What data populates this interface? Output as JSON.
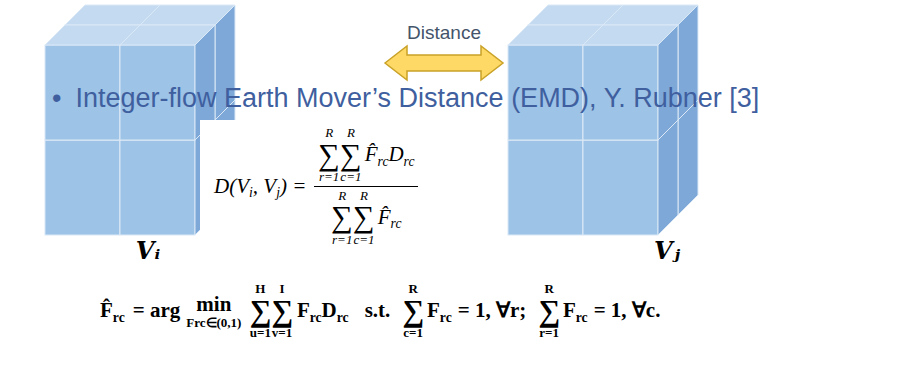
{
  "diagram": {
    "nodes": [
      {
        "text": [
          "Vᵢ"
        ]
      },
      {
        "text": [
          "Vⱼ"
        ]
      }
    ],
    "edges": [
      {
        "from": 0,
        "to": 1,
        "label": "Distance",
        "arrow": "both"
      }
    ],
    "labels": [
      "•",
      "Integer-flow Earth Mover’s Distance (EMD), Y. Rubner [3]",
      "D(V",
      "i",
      ", V",
      "j",
      ") =",
      "∑",
      "R",
      "r=1",
      "∑",
      "R",
      "c=1",
      "F̂",
      "rc",
      "D",
      "rc",
      "∑",
      "R",
      "r=1",
      "∑",
      "R",
      "c=1",
      "F̂",
      "rc",
      "F̂",
      "rc",
      "= arg",
      "min",
      "Frc∈(0,1)",
      "∑",
      "H",
      "u=1",
      "∑",
      "I",
      "v=1",
      "F",
      "rc",
      "D",
      "rc",
      "s.t.",
      "∑",
      "R",
      "c=1",
      "F",
      "rc",
      "= 1, ∀r;",
      "∑",
      "R",
      "r=1",
      "F",
      "rc",
      "= 1, ∀c."
    ]
  }
}
